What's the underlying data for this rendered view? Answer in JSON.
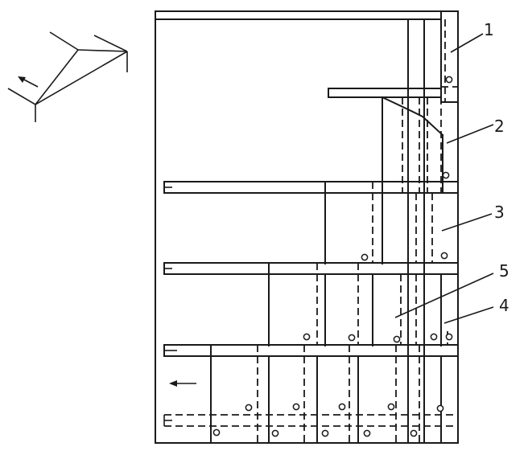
{
  "callouts": [
    {
      "label": "1"
    },
    {
      "label": "2"
    },
    {
      "label": "3"
    },
    {
      "label": "4"
    },
    {
      "label": "5"
    }
  ],
  "icons": {
    "axis": "isometric-axis-icon",
    "direction": "arrow-left-icon"
  }
}
